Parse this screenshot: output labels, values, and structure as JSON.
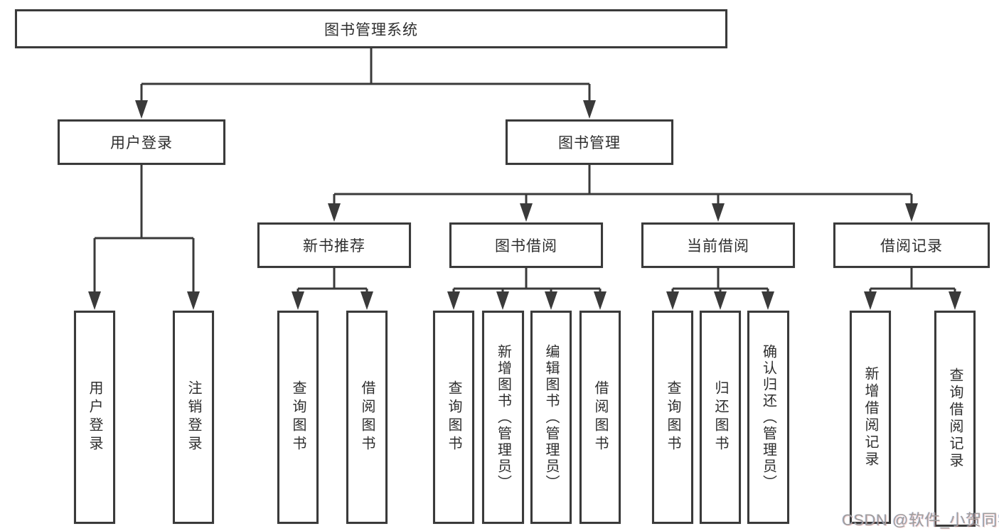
{
  "diagram": {
    "title_note": "library management system function structure",
    "nodes": {
      "root": "图书管理系统",
      "l2": [
        "用户登录",
        "图书管理"
      ],
      "l3": [
        "新书推荐",
        "图书借阅",
        "当前借阅",
        "借阅记录"
      ],
      "leaves": [
        "用户登录",
        "注销登录",
        "查询图书",
        "借阅图书",
        "查询图书",
        "新增图书（管理员）",
        "编辑图书（管理员）",
        "借阅图书",
        "查询图书",
        "归还图书",
        "确认归还（管理员）",
        "新增借阅记录",
        "查询借阅记录"
      ]
    },
    "colors": {
      "line": "#3a3a3a",
      "box_border": "#3a3a3a",
      "text": "#2e2e2e",
      "background": "#ffffff",
      "watermark": "#9d9d9d"
    }
  },
  "watermark": {
    "text": "CSDN @软件_小贺同学"
  }
}
